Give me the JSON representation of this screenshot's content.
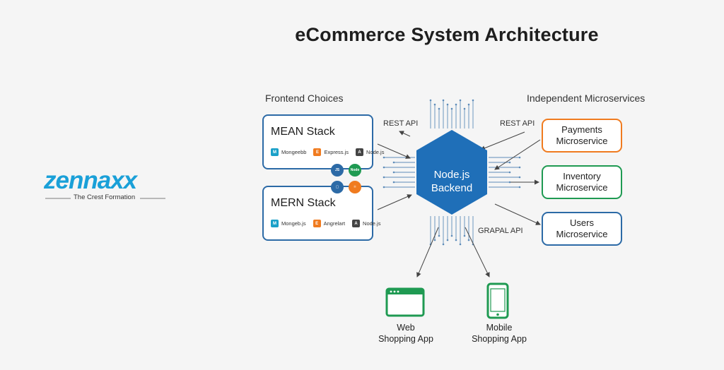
{
  "title": "eCommerce System Architecture",
  "brand": {
    "name": "zennaxx",
    "tagline": "The Crest Formation"
  },
  "frontend": {
    "heading": "Frontend Choices",
    "stacks": [
      {
        "name": "MEAN Stack",
        "techs": [
          {
            "label": "Mongeebb",
            "badge": "M",
            "color": "#1aa0c8"
          },
          {
            "label": "Express.js",
            "badge": "E",
            "color": "#f07b1f"
          },
          {
            "label": "Node.js",
            "badge": "A",
            "color": "#444444"
          }
        ]
      },
      {
        "name": "MERN Stack",
        "techs": [
          {
            "label": "Mongeb.js",
            "badge": "M",
            "color": "#1aa0c8"
          },
          {
            "label": "Angrelart",
            "badge": "E",
            "color": "#f07b1f"
          },
          {
            "label": "Node.js",
            "badge": "A",
            "color": "#444444"
          }
        ]
      }
    ],
    "connectors": [
      {
        "label": "JS",
        "color": "#2c6aa6"
      },
      {
        "label": "Node",
        "color": "#1f9a52"
      },
      {
        "label": "▢",
        "color": "#2c6aa6"
      },
      {
        "label": "⚛",
        "color": "#f07b1f"
      }
    ]
  },
  "backend": {
    "label": "Node.js\nBackend",
    "color": "#1f6fb8"
  },
  "edges": {
    "rest_left": "REST API",
    "rest_right": "REST API",
    "graphql": "GRAPAL API"
  },
  "microservices": {
    "heading": "Independent Microservices",
    "items": [
      {
        "label": "Payments\nMicroservice",
        "color": "#f07b1f"
      },
      {
        "label": "Inventory\nMicroservice",
        "color": "#1f9a52"
      },
      {
        "label": "Users\nMicroservice",
        "color": "#2c6aa6"
      }
    ]
  },
  "clients": [
    {
      "label": "Web\nShopping App",
      "icon": "browser-window-icon",
      "color": "#1f9a52"
    },
    {
      "label": "Mobile\nShopping App",
      "icon": "mobile-phone-icon",
      "color": "#1f9a52"
    }
  ]
}
